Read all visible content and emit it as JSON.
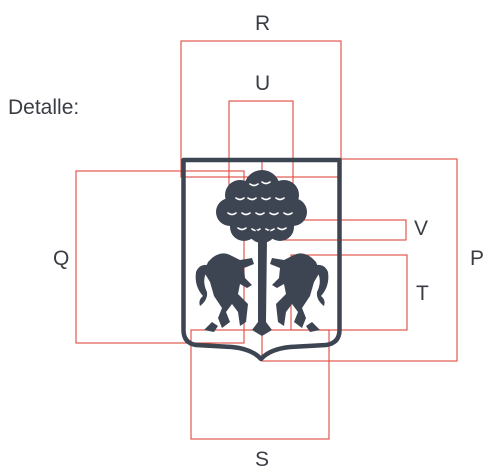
{
  "caption": "Detalle:",
  "labels": {
    "R": "R",
    "U": "U",
    "Q": "Q",
    "P": "P",
    "V": "V",
    "T": "T",
    "S": "S"
  },
  "colors": {
    "guide": "#e0493f",
    "emblem": "#3d4452",
    "text": "#3a3d44"
  }
}
